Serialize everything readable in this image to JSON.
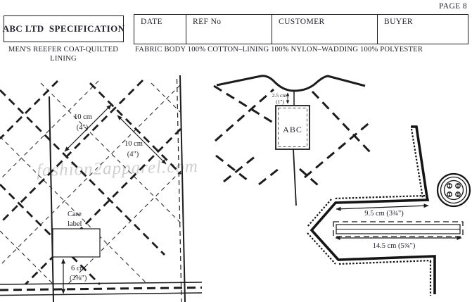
{
  "page": {
    "page_label": "PAGE 8"
  },
  "header": {
    "company_box": "ABC LTD  SPECIFICATION",
    "table_columns": [
      "DATE",
      "REF No",
      "CUSTOMER",
      "BUYER"
    ],
    "product_title_line1": "MEN'S REEFER COAT-QUILTED",
    "product_title_line2": "LINING",
    "fabric_note": "FABRIC BODY 100% COTTON–LINING 100% NYLON–WADDING 100% POLYESTER"
  },
  "watermark": "fashion2apparel.com",
  "diagrams": {
    "quilting": {
      "measure1_line1": "10 cm",
      "measure1_line2": "(4\")",
      "measure2_line1": "10 cm",
      "measure2_line2": "(4\")",
      "care_label_line1": "Care",
      "care_label_line2": "label",
      "hem_measure_line1": "6 cm",
      "hem_measure_line2": "(2⅜\")"
    },
    "neck": {
      "drop_measure_line1": "2.5 cm",
      "drop_measure_line2": "(1\")",
      "brand_label": "ABC"
    },
    "front_edge": {
      "button_offset": "9.5 cm (3¾\")",
      "buttonhole_length": "14.5 cm (5¾\")"
    }
  }
}
